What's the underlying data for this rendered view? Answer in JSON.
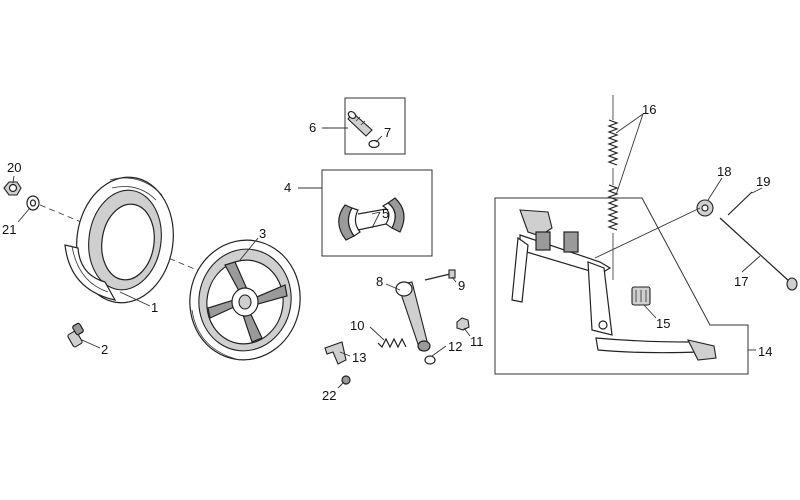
{
  "callouts": {
    "c1": "1",
    "c2": "2",
    "c3": "3",
    "c4": "4",
    "c5": "5",
    "c6": "6",
    "c7": "7",
    "c8": "8",
    "c9": "9",
    "c10": "10",
    "c11": "11",
    "c12": "12",
    "c13": "13",
    "c14": "14",
    "c15": "15",
    "c16": "16",
    "c17": "17",
    "c18": "18",
    "c19": "19",
    "c20": "20",
    "c21": "21",
    "c22": "22"
  },
  "colors": {
    "line": "#222222",
    "shade": "#9a9a9a",
    "light": "#cfcfcf",
    "background": "#ffffff"
  },
  "icons": [
    "tire",
    "wheel-rim",
    "valve-stem",
    "brake-shoe",
    "pin",
    "brake-arm",
    "spring",
    "center-stand",
    "axle",
    "bolt",
    "nut",
    "washer"
  ]
}
